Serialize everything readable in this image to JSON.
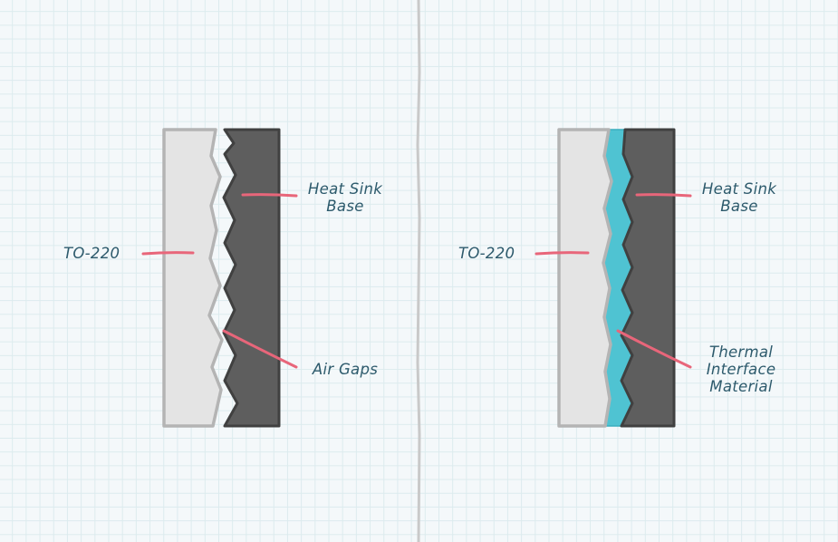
{
  "panels": {
    "left": {
      "component_label": "TO-220",
      "heatsink_label": [
        "Heat Sink",
        "Base"
      ],
      "interface_label": [
        "Air Gaps"
      ]
    },
    "right": {
      "component_label": "TO-220",
      "heatsink_label": [
        "Heat Sink",
        "Base"
      ],
      "interface_label": [
        "Thermal",
        "Interface",
        "Material"
      ]
    }
  },
  "colors": {
    "component_fill": "#e4e4e4",
    "component_stroke": "#b4b4b4",
    "heatsink_fill": "#5e5e5e",
    "heatsink_stroke": "#404040",
    "tim_fill": "#4fc3d2",
    "leader": "#e8667a",
    "label_text": "#2d5a6c",
    "divider": "#c9c9c9"
  }
}
